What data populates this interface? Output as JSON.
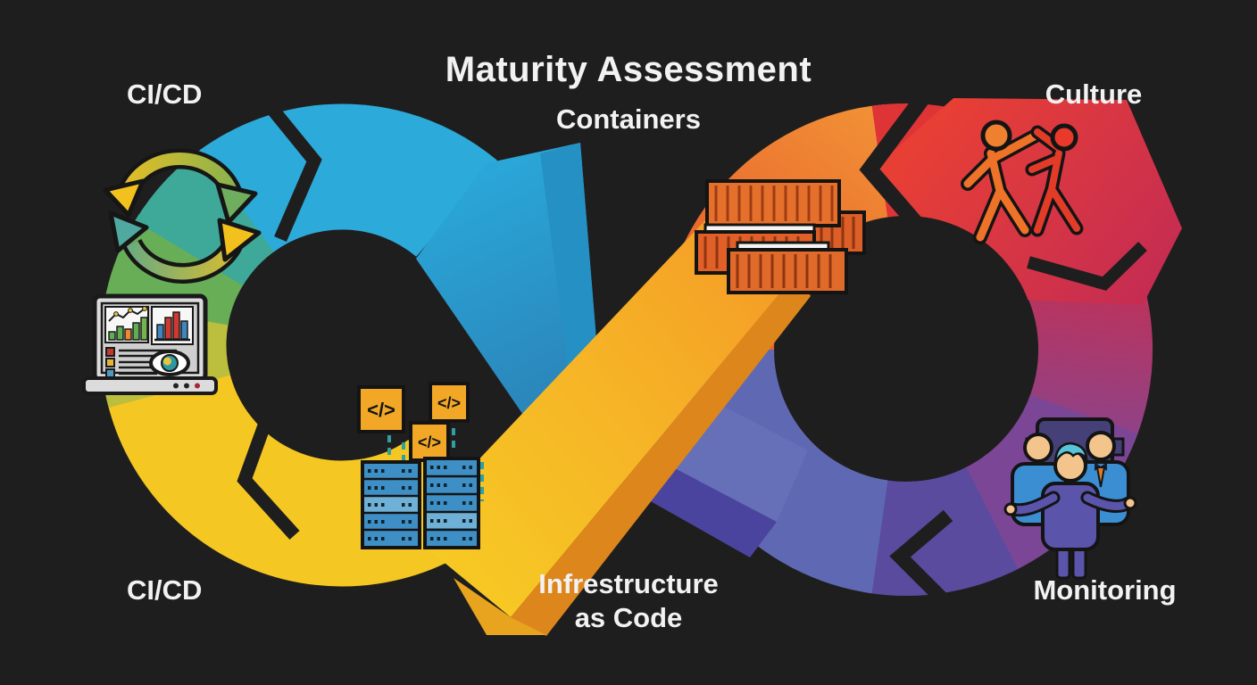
{
  "title": "Maturity Assessment",
  "subtitle": "Containers",
  "stages": {
    "top_left": "CI/CD",
    "top_right": "Culture",
    "bottom_left": "CI/CD",
    "bottom_center_line1": "Infrestructure",
    "bottom_center_line2": "as Code",
    "bottom_right": "Monitoring"
  },
  "icons": {
    "cycle_arrows": "continuous-cycle-arrows",
    "analytics_laptop": "laptop-with-charts-and-eye",
    "code_servers": "code-blocks-deploying-to-servers",
    "code_glyph": "</>",
    "containers": "stacked-shipping-containers",
    "culture_people": "two-people-high-five",
    "monitoring_team": "team-of-three-people"
  },
  "colors": {
    "background": "#1f1e1e",
    "cyan": "#2caad9",
    "green": "#67ae57",
    "yellow": "#f5c722",
    "orange": "#ef8331",
    "red": "#df3435",
    "magenta": "#b43a6c",
    "purple": "#7b4695",
    "slate_blue": "#5f69b3",
    "text": "#f2f2f2"
  }
}
